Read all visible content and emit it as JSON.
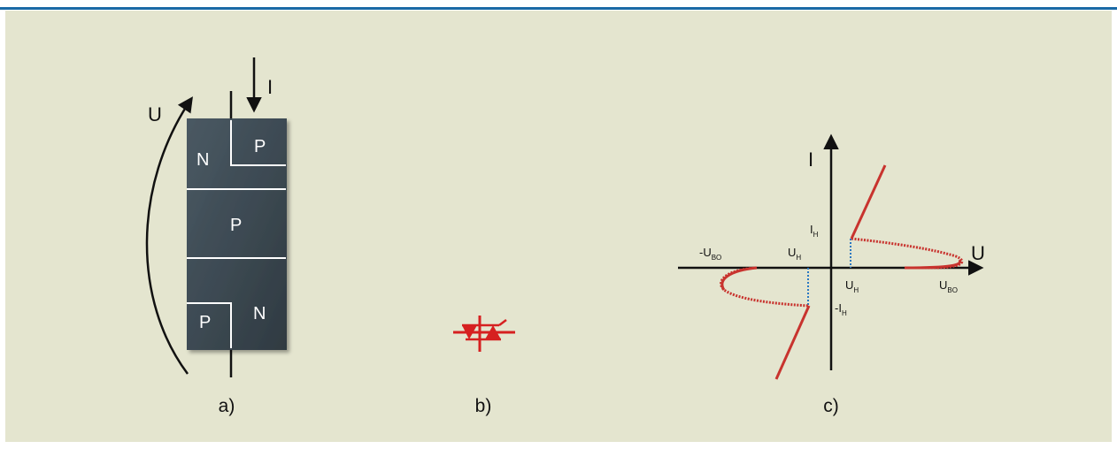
{
  "accent_color": "#1a6aa6",
  "background_color": "#e4e5cf",
  "figure_a": {
    "caption": "a)",
    "voltage_label": "U",
    "current_label": "I",
    "layers": {
      "top_left": "N",
      "top_right": "P",
      "middle": "P",
      "bottom_left": "P",
      "bottom_right": "N"
    }
  },
  "figure_b": {
    "caption": "b)",
    "symbol": "triac-symbol",
    "symbol_color": "#d62020"
  },
  "figure_c": {
    "caption": "c)",
    "axis_x_label": "U",
    "axis_y_label": "I",
    "curve_color": "#c8332e",
    "marker_line_color": "#2a78c2",
    "labels": {
      "ih_pos": {
        "main": "I",
        "sub": "H"
      },
      "ih_neg": {
        "main": "-I",
        "sub": "H"
      },
      "uh_left": {
        "main": "U",
        "sub": "H"
      },
      "uh_right": {
        "main": "U",
        "sub": "H"
      },
      "ubo_pos": {
        "main": "U",
        "sub": "BO"
      },
      "ubo_neg": {
        "main": "-U",
        "sub": "BO"
      }
    }
  }
}
